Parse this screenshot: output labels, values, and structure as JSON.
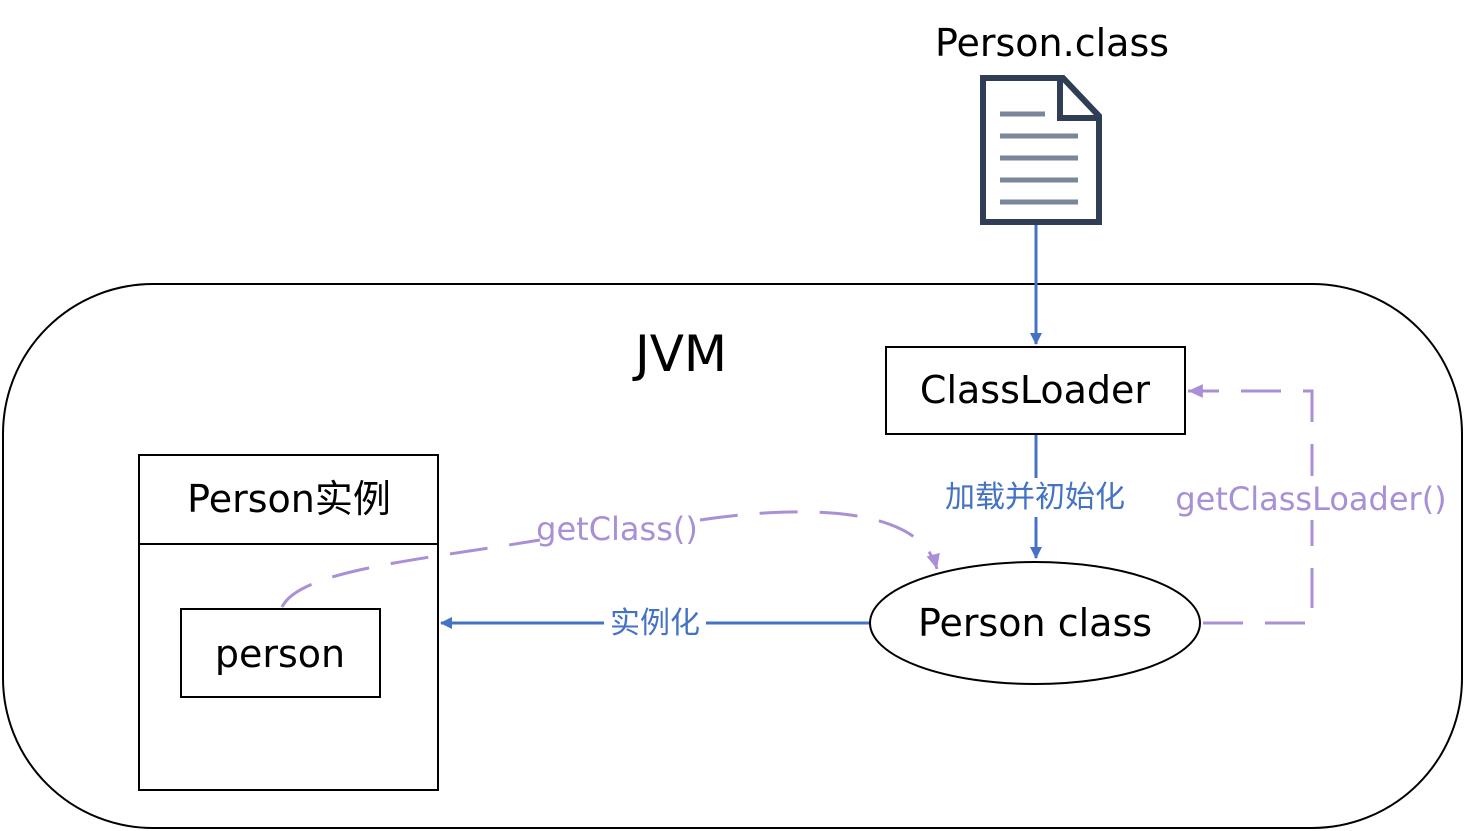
{
  "colors": {
    "outline": "#000000",
    "blue_arrow": "#4472c4",
    "purple_dashed": "#a98fd6",
    "file_icon_stroke": "#2f3d55",
    "file_icon_lines": "#7a8699"
  },
  "file": {
    "title": "Person.class",
    "icon": "document-icon"
  },
  "jvm": {
    "label": "JVM"
  },
  "classloader": {
    "label": "ClassLoader"
  },
  "person_instance": {
    "title": "Person实例",
    "reference": "person"
  },
  "person_class": {
    "label": "Person class"
  },
  "edges": {
    "load_init": "加载并初始化",
    "instantiate": "实例化",
    "get_class": "getClass()",
    "get_class_loader": "getClassLoader()"
  }
}
